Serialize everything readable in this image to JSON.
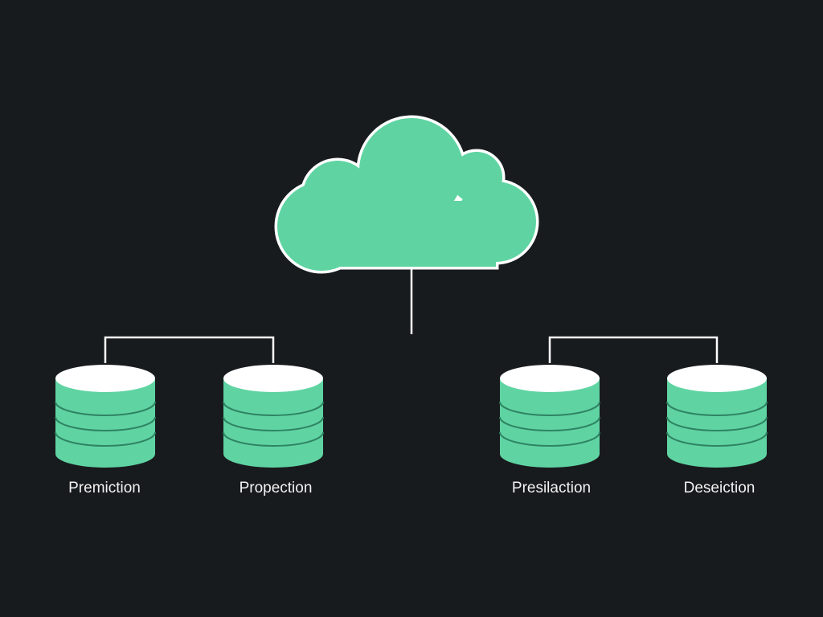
{
  "colors": {
    "background": "#181b1e",
    "cloud_fill": "#5fd4a2",
    "cloud_outline": "#ffffff",
    "database_body": "#5fd4a2",
    "database_top": "#ffffff",
    "database_bands": "#2f8464",
    "connector_lines": "#ffffff"
  },
  "cloud": {
    "icon": "cloud-icon"
  },
  "databases": [
    {
      "icon": "database-icon",
      "label": "Premiction"
    },
    {
      "icon": "database-icon",
      "label": "Propection"
    },
    {
      "icon": "database-icon",
      "label": "Presilaction"
    },
    {
      "icon": "database-icon",
      "label": "Deseiction"
    }
  ]
}
